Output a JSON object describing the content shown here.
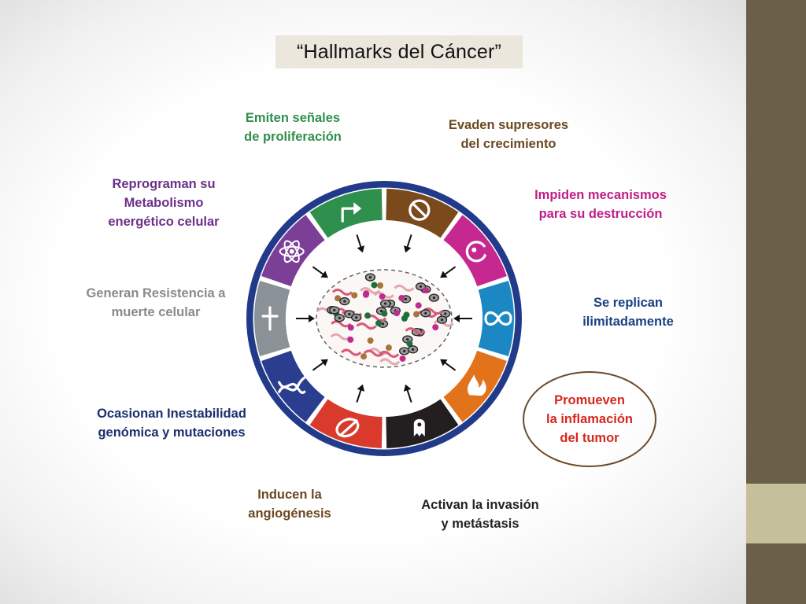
{
  "title": "“Hallmarks del Cáncer”",
  "colors": {
    "ring": "#213b8a",
    "sidebar": "#6a604a",
    "sidebar_accent": "#c6c09a",
    "title_bg": "#ebe7dc"
  },
  "hallmarks": [
    {
      "text": "Emiten señales\nde proliferación",
      "color": "#2f8f4d",
      "label_color": "#2f8f4d",
      "icon": "turn-arrow-icon"
    },
    {
      "text": "Evaden supresores\ndel crecimiento",
      "color": "#7a4a1d",
      "label_color": "#6b4820",
      "icon": "prohibition-icon"
    },
    {
      "text": "Impiden mecanismos\npara su destrucción",
      "color": "#c7288f",
      "label_color": "#c11d88",
      "icon": "immune-cell-icon"
    },
    {
      "text": "Se replican\nilimitadamente",
      "color": "#1b88c4",
      "label_color": "#1a3f82",
      "icon": "infinity-icon"
    },
    {
      "text": "Promueven\nla inflamación\ndel tumor",
      "color": "#e3731b",
      "label_color": "#d7261e",
      "icon": "fire-icon"
    },
    {
      "text": "Activan la invasión\ny metástasis",
      "color": "#231f20",
      "label_color": "#222222",
      "icon": "metastasis-cell-icon"
    },
    {
      "text": "Inducen la\nangiogénesis",
      "color": "#d93a2b",
      "label_color": "#6b4820",
      "icon": "blood-vessel-icon"
    },
    {
      "text": "Ocasionan Inestabilidad\ngenómica y mutaciones",
      "color": "#2a3d8f",
      "label_color": "#1b2e6e",
      "icon": "dna-helix-icon"
    },
    {
      "text": "Generan Resistencia a\nmuerte celular",
      "color": "#8a9197",
      "label_color": "#8a8a8a",
      "icon": "cross-icon"
    },
    {
      "text": "Reprograman su\nMetabolismo\nenergético celular",
      "color": "#7c3f98",
      "label_color": "#6c2f8a",
      "icon": "atom-icon"
    }
  ]
}
